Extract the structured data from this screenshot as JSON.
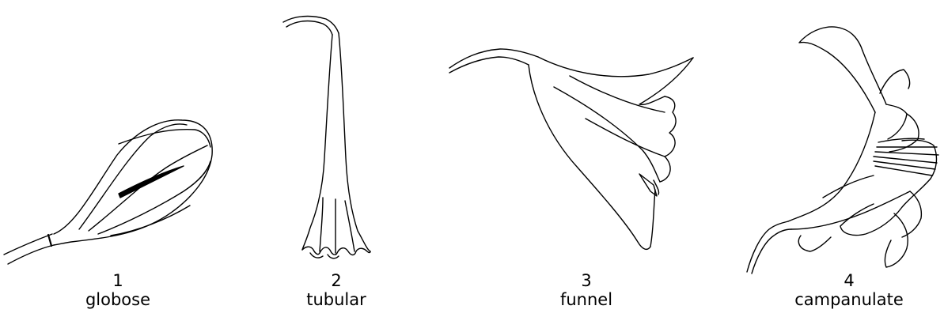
{
  "figure": {
    "items": [
      {
        "number": "1",
        "label": "globose"
      },
      {
        "number": "2",
        "label": "tubular"
      },
      {
        "number": "3",
        "label": "funnel"
      },
      {
        "number": "4",
        "label": "campanulate"
      }
    ]
  }
}
